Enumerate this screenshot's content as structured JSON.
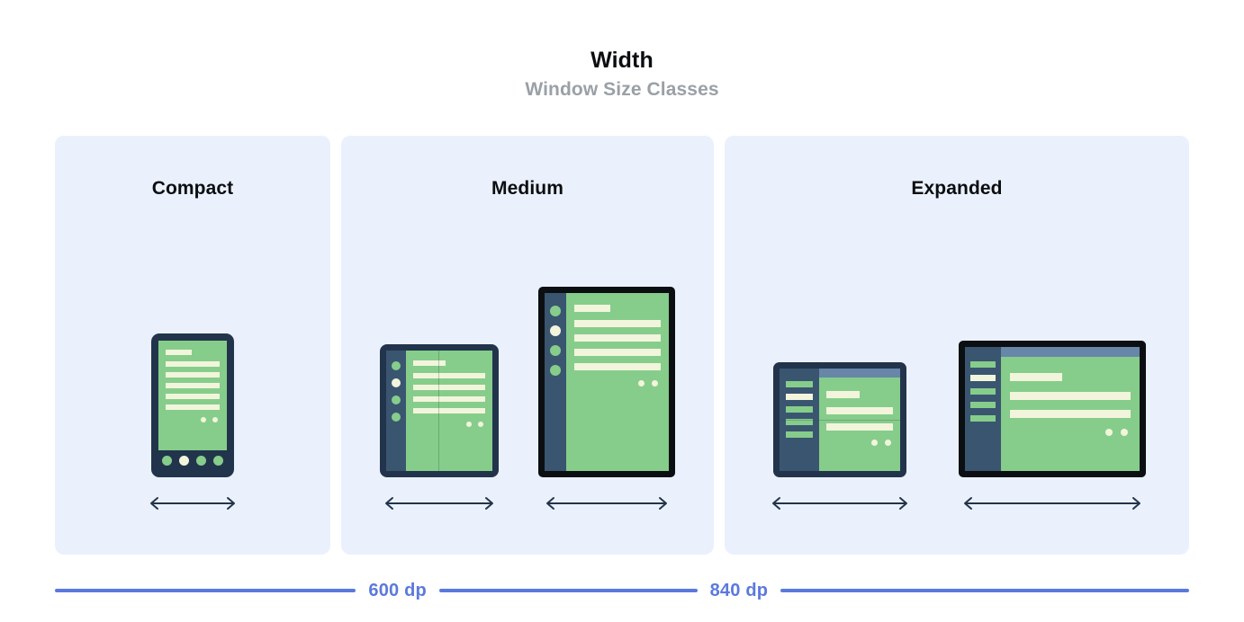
{
  "header": {
    "title": "Width",
    "subtitle": "Window Size Classes"
  },
  "panels": [
    {
      "id": "compact",
      "title": "Compact",
      "devices": [
        {
          "name": "phone-portrait",
          "arrow_label": "width-arrow"
        }
      ]
    },
    {
      "id": "medium",
      "title": "Medium",
      "devices": [
        {
          "name": "foldable-portrait",
          "arrow_label": "width-arrow"
        },
        {
          "name": "tablet-portrait",
          "arrow_label": "width-arrow"
        }
      ]
    },
    {
      "id": "expanded",
      "title": "Expanded",
      "devices": [
        {
          "name": "foldable-landscape",
          "arrow_label": "width-arrow"
        },
        {
          "name": "tablet-landscape",
          "arrow_label": "width-arrow"
        }
      ]
    }
  ],
  "scale": {
    "breakpoint_1": "600 dp",
    "breakpoint_2": "840 dp",
    "line_color": "#5b79dd"
  },
  "colors": {
    "panel_background": "#eaf1fd",
    "page_background": "#ffffff",
    "device_frame_navy": "#22344b",
    "device_frame_black": "#0c0f12",
    "nav_rail": "#3a5570",
    "screen_green": "#86cd8b",
    "content_bar_cream": "#f2f5dc",
    "top_strip_blue_gray": "#6786a8",
    "title_text": "#0b0d10",
    "subtitle_text": "#9aa0a6",
    "accent_blue": "#5b79dd"
  }
}
